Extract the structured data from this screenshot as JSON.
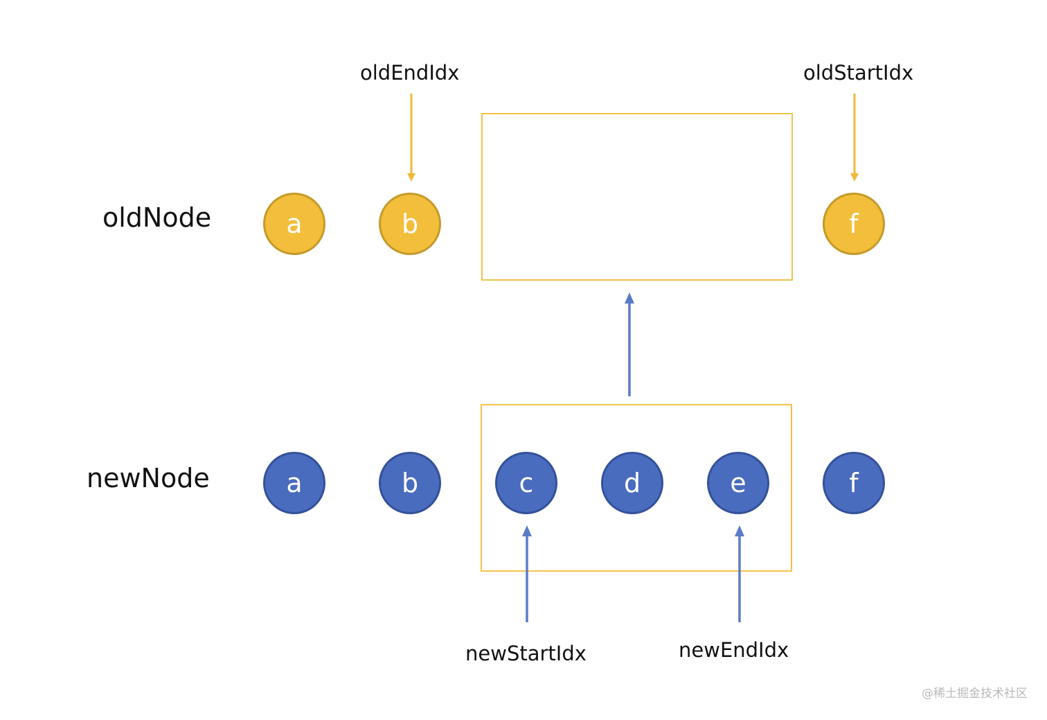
{
  "labels": {
    "old_row": "oldNode",
    "new_row": "newNode",
    "old_end_idx": "oldEndIdx",
    "old_start_idx": "oldStartIdx",
    "new_start_idx": "newStartIdx",
    "new_end_idx": "newEndIdx"
  },
  "old_nodes": [
    "a",
    "b",
    "f"
  ],
  "new_nodes": [
    "a",
    "b",
    "c",
    "d",
    "e",
    "f"
  ],
  "colors": {
    "old_node_fill": "#f2be3b",
    "old_node_border": "#c59a2a",
    "new_node_fill": "#4a6cbe",
    "new_node_border": "#34519a",
    "highlight_box": "#f2c14a",
    "old_arrow": "#f0b93a",
    "new_arrow": "#5a7cc8"
  },
  "watermark": "@稀土掘金技术社区"
}
